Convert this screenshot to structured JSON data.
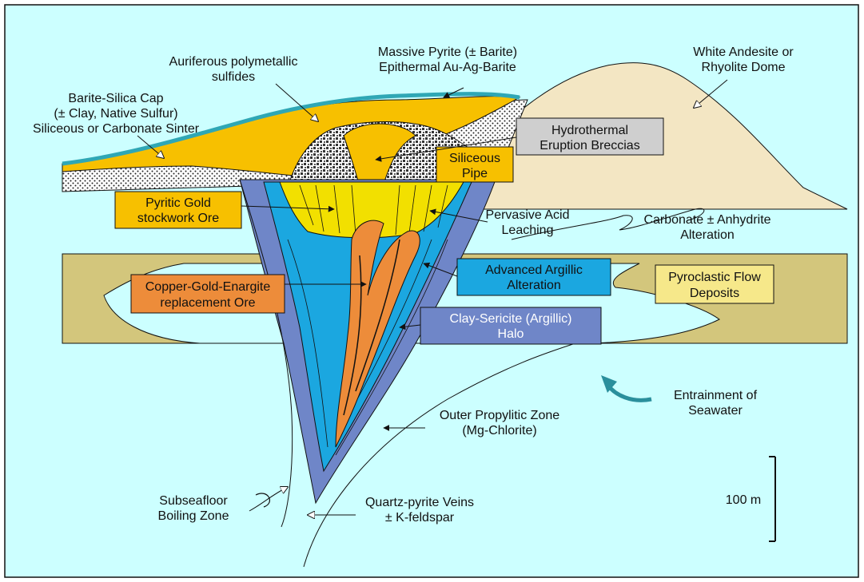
{
  "colors": {
    "background": "#ccffff",
    "ground_tan": "#d3c67c",
    "dome": "#f3e6c3",
    "gold_ore": "#f7c000",
    "yellow_leach": "#f2e000",
    "argillic_blue": "#1ba7e0",
    "sericite_blue": "#6f86c8",
    "copper_orange": "#ed8c3a",
    "breccia": "#3a3a3a",
    "sinter_teal": "#2fa7b5",
    "grey_box": "#cfcfcf",
    "arrow_teal": "#2a8f9c"
  },
  "labels": {
    "massive_pyrite_1": "Massive Pyrite (± Barite)",
    "massive_pyrite_2": "Epithermal Au-Ag-Barite",
    "white_andesite_1": "White Andesite or",
    "white_andesite_2": "Rhyolite Dome",
    "auriferous_1": "Auriferous polymetallic",
    "auriferous_2": "sulfides",
    "barite_cap_1": "Barite-Silica Cap",
    "barite_cap_2": "(± Clay, Native Sulfur)",
    "barite_cap_3": "Siliceous or Carbonate Sinter",
    "hydrothermal_1": "Hydrothermal",
    "hydrothermal_2": "Eruption Breccias",
    "siliceous_pipe_1": "Siliceous",
    "siliceous_pipe_2": "Pipe",
    "pyritic_gold_1": "Pyritic Gold",
    "pyritic_gold_2": "stockwork Ore",
    "pervasive_1": "Pervasive Acid",
    "pervasive_2": "Leaching",
    "carbonate_1": "Carbonate ± Anhydrite",
    "carbonate_2": "Alteration",
    "advanced_1": "Advanced Argillic",
    "advanced_2": "Alteration",
    "pyroclastic_1": "Pyroclastic Flow",
    "pyroclastic_2": "Deposits",
    "copper_1": "Copper-Gold-Enargite",
    "copper_2": "replacement Ore",
    "clay_1": "Clay-Sericite (Argillic)",
    "clay_2": "Halo",
    "entrainment_1": "Entrainment of",
    "entrainment_2": "Seawater",
    "outer_1": "Outer Propylitic Zone",
    "outer_2": "(Mg-Chlorite)",
    "subseafloor_1": "Subseafloor",
    "subseafloor_2": "Boiling Zone",
    "quartz_1": "Quartz-pyrite Veins",
    "quartz_2": "± K-feldspar",
    "scale": "100 m"
  }
}
